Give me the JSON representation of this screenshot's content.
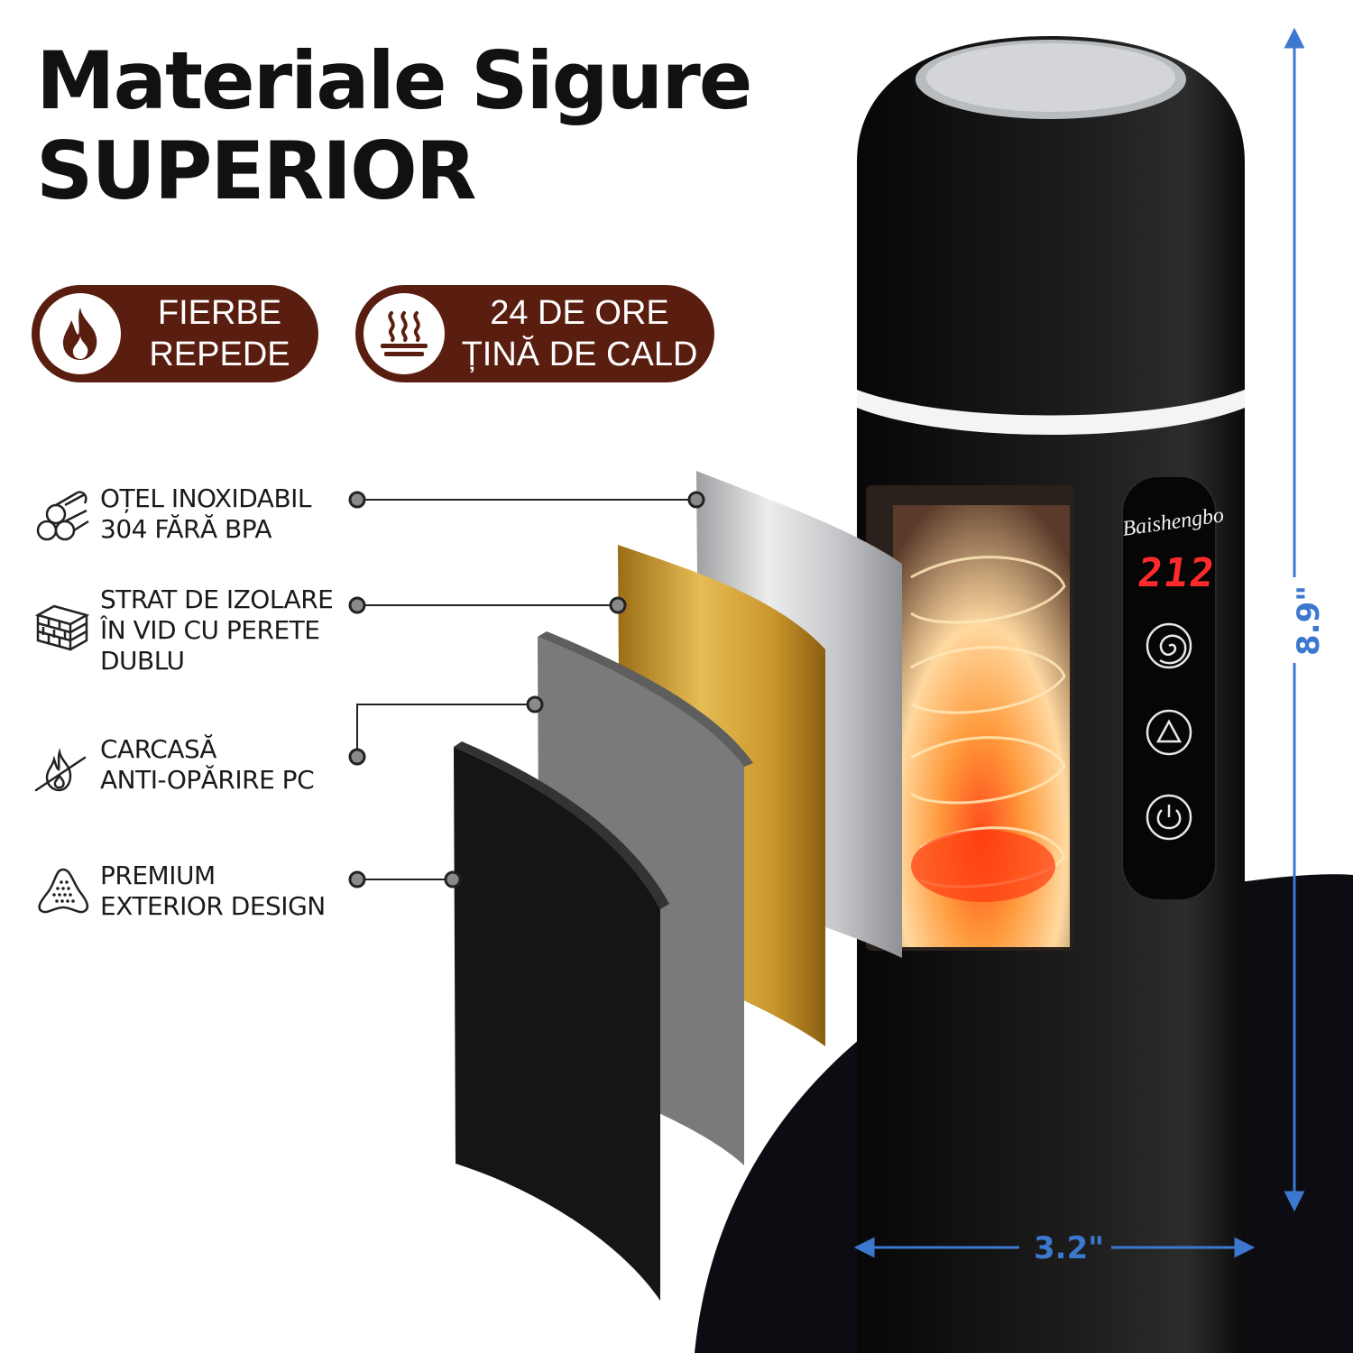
{
  "headline": {
    "line1": "Materiale Sigure",
    "line2": "SUPERIOR"
  },
  "badges": [
    {
      "icon": "flame-icon",
      "line1": "FIERBE",
      "line2": "REPEDE"
    },
    {
      "icon": "steam-icon",
      "line1": "24 DE ORE",
      "line2": "ȚINĂ DE CALD"
    }
  ],
  "features": [
    {
      "icon": "steel-pipes-icon",
      "line1": "OȚEL INOXIDABIL",
      "line2": "304 FĂRĂ BPA"
    },
    {
      "icon": "insulation-bricks-icon",
      "line1": "STRAT DE IZOLARE",
      "line2": "ÎN VID CU PERETE",
      "line3": "DUBLU"
    },
    {
      "icon": "no-flame-icon",
      "line1": "CARCASĂ",
      "line2": "ANTI-OPĂRIRE PC"
    },
    {
      "icon": "textured-shell-icon",
      "line1": "PREMIUM",
      "line2": "EXTERIOR DESIGN"
    }
  ],
  "product": {
    "brand": "Baishengbo",
    "display": "212",
    "buttons": [
      "spiral-icon",
      "triangle-icon",
      "power-icon"
    ]
  },
  "dimensions": {
    "height": "8.9\"",
    "width": "3.2\""
  },
  "colors": {
    "badge": "#5a1e10",
    "dimension": "#3d78cf",
    "steel": "#cfd1d4",
    "gold": "#c9962b",
    "gray": "#7a7a7a",
    "black": "#151515"
  }
}
